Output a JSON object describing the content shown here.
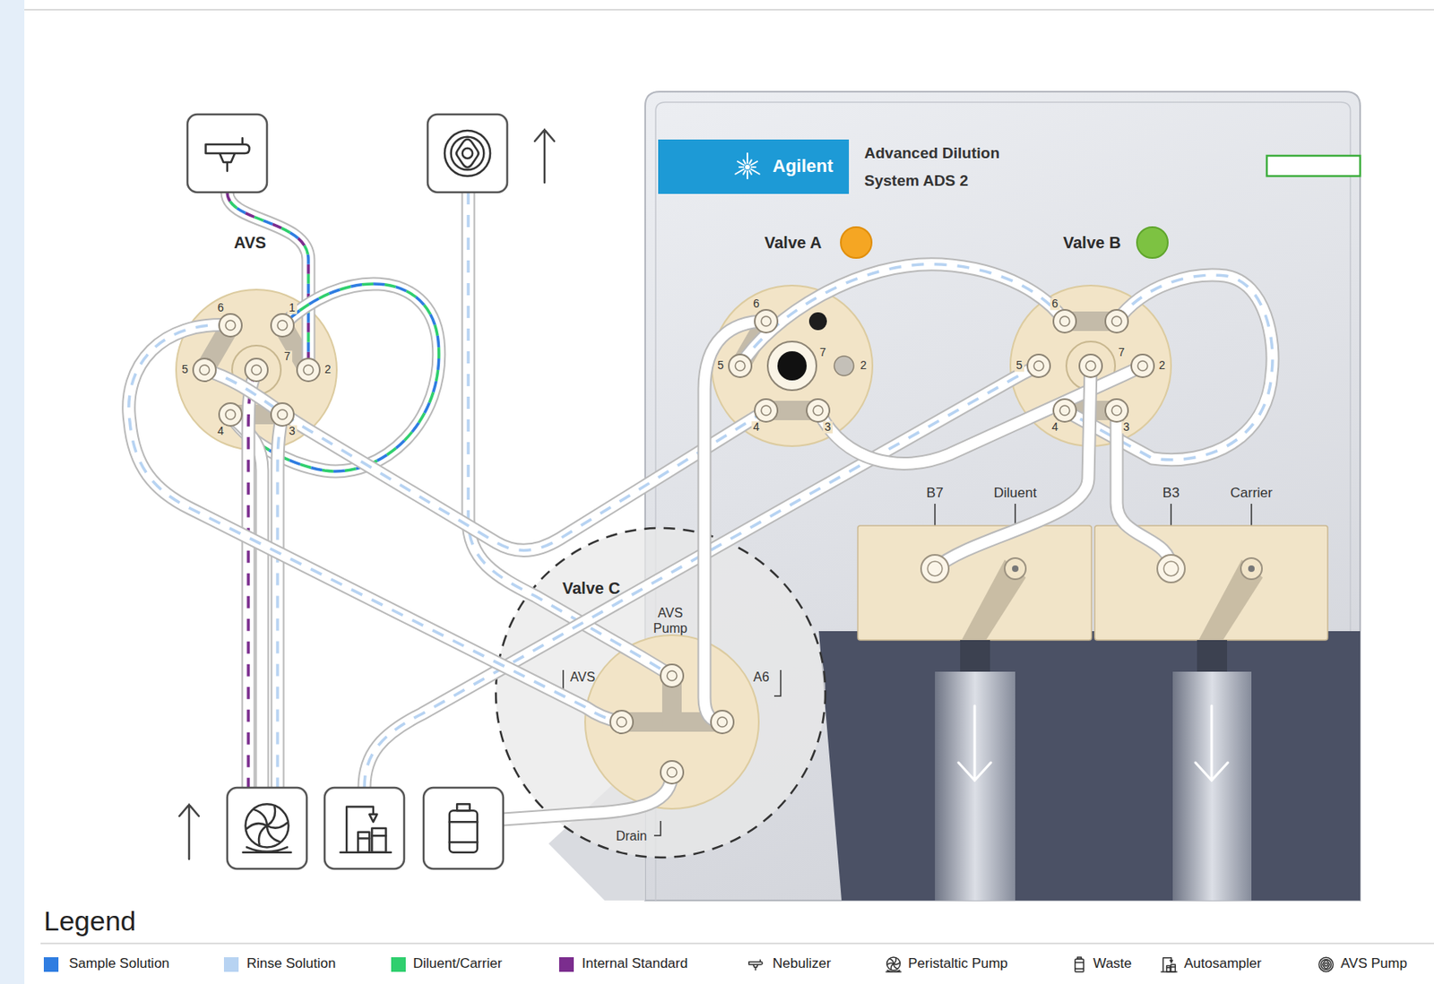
{
  "diagram": {
    "nodes": [
      {
        "text": [
          "AVS"
        ]
      },
      {
        "text": [
          "Advanced Dilution System ADS 2"
        ]
      },
      {
        "text": [
          "Agilent"
        ],
        "in": 1
      },
      {
        "text": [
          "Valve A"
        ],
        "in": 1
      },
      {
        "text": [
          "Valve B"
        ],
        "in": 1
      },
      {
        "text": [
          "B7",
          "Diluent"
        ],
        "in": 1
      },
      {
        "text": [
          "B3",
          "Carrier"
        ],
        "in": 1
      },
      {
        "text": [
          "Valve C"
        ]
      }
    ],
    "edges": [
      {
        "from": 0,
        "to": 7,
        "arrow": "none"
      },
      {
        "from": 0,
        "to": 3,
        "arrow": "none"
      },
      {
        "from": 3,
        "to": 7,
        "arrow": "none"
      },
      {
        "from": 3,
        "to": 4,
        "arrow": "none"
      },
      {
        "from": 3,
        "to": 4,
        "arrow": "none"
      },
      {
        "from": 4,
        "to": 5,
        "arrow": "none"
      },
      {
        "from": 4,
        "to": 6,
        "arrow": "none"
      }
    ],
    "labels": [
      "1",
      "2",
      "3",
      "4",
      "5",
      "6",
      "7",
      "6",
      "5",
      "4",
      "3",
      "2",
      "7",
      "6",
      "5",
      "4",
      "3",
      "2",
      "7",
      "AVS Pump",
      "AVS",
      "A6",
      "Drain",
      "Legend"
    ],
    "legend": [
      {
        "text": "Sample Solution",
        "color": "#2f7de1"
      },
      {
        "text": "Rinse Solution",
        "color": "#b7d3f2"
      },
      {
        "text": "Diluent/Carrier",
        "color": "#2fcf6e"
      },
      {
        "text": "Internal Standard",
        "color": "#7b2d8e"
      },
      {
        "text": "Nebulizer"
      },
      {
        "text": "Peristaltic Pump"
      },
      {
        "text": "Waste"
      },
      {
        "text": "Autosampler"
      },
      {
        "text": "AVS Pump"
      }
    ]
  }
}
